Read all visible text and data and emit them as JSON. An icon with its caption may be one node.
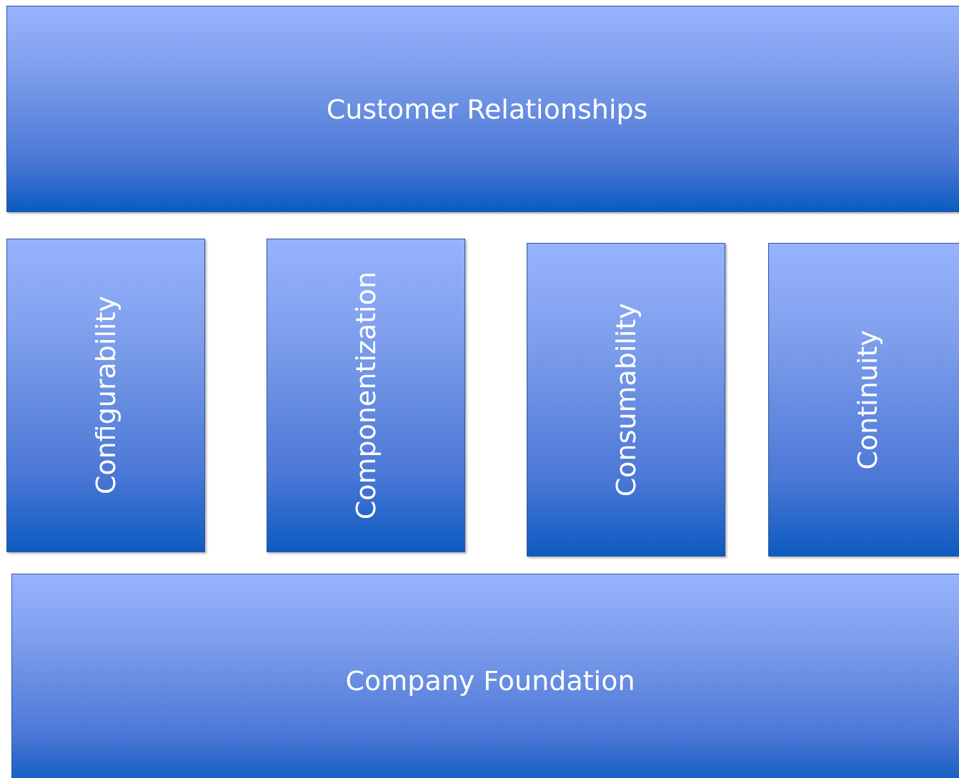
{
  "diagram": {
    "nodes": [
      {
        "text": [
          "Customer Relationships"
        ]
      },
      {
        "text": [
          "Configurability"
        ]
      },
      {
        "text": [
          "Componentization"
        ]
      },
      {
        "text": [
          "Consumability"
        ]
      },
      {
        "text": [
          "Continuity"
        ]
      },
      {
        "text": [
          "Company Foundation"
        ]
      }
    ]
  }
}
